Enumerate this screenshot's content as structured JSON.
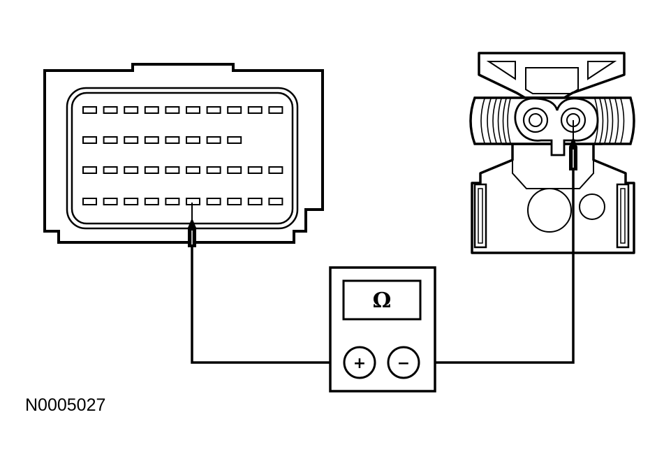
{
  "meter": {
    "symbol": "Ω",
    "positive_label": "+",
    "negative_label": "−"
  },
  "figure_id": "N0005027",
  "left_connector": {
    "pin_rows": [
      10,
      8,
      10,
      10
    ]
  }
}
